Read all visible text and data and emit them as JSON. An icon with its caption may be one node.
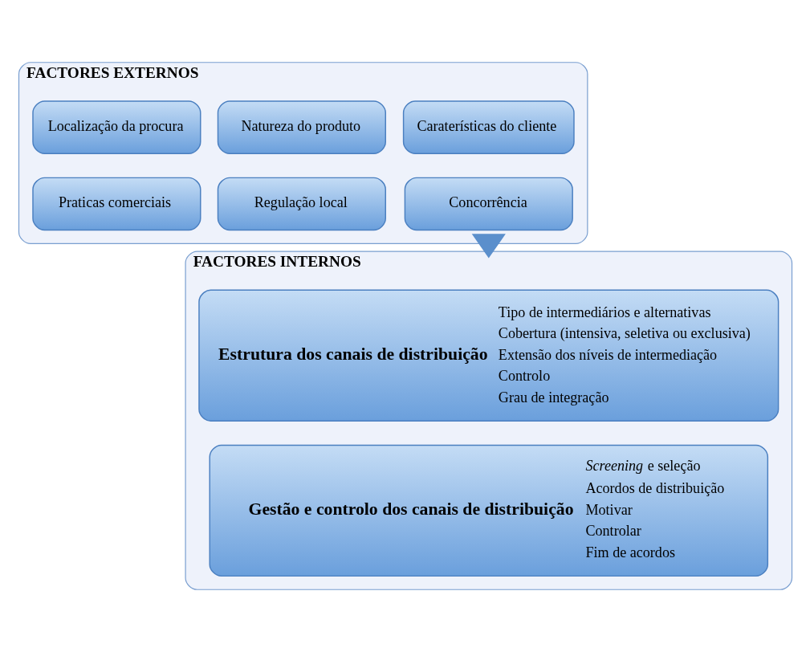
{
  "diagram": {
    "nodes": [
      {
        "text": [
          "FACTORES EXTERNOS"
        ]
      },
      {
        "text": [
          "Caraterísticas do cliente"
        ],
        "in": 0
      },
      {
        "text": [
          "Natureza do produto"
        ],
        "in": 0
      },
      {
        "text": [
          "Localização da procura"
        ],
        "in": 0
      },
      {
        "text": [
          "Concorrência"
        ],
        "in": 0
      },
      {
        "text": [
          "Regulação local"
        ],
        "in": 0
      },
      {
        "text": [
          "Praticas comerciais"
        ],
        "in": 0
      },
      {
        "text": [
          "FACTORES INTERNOS"
        ]
      },
      {
        "text": [
          "Estrutura dos canais de distribuição",
          "Tipo de intermediários e alternativas",
          "Cobertura (intensiva, seletiva ou exclusiva)",
          "Extensão dos níveis de intermediação",
          "Controlo",
          "Grau de integração"
        ],
        "in": 7
      },
      {
        "text": [
          "Gestão e controlo dos canais de distribuição",
          "*Screening* e seleção",
          "Acordos de distribuição",
          "Motivar",
          "Controlar",
          "Fim de acordos"
        ],
        "in": 7
      }
    ],
    "edges": [
      {
        "from": 0,
        "to": 7,
        "arrow": "to",
        "style": "thick"
      }
    ]
  }
}
